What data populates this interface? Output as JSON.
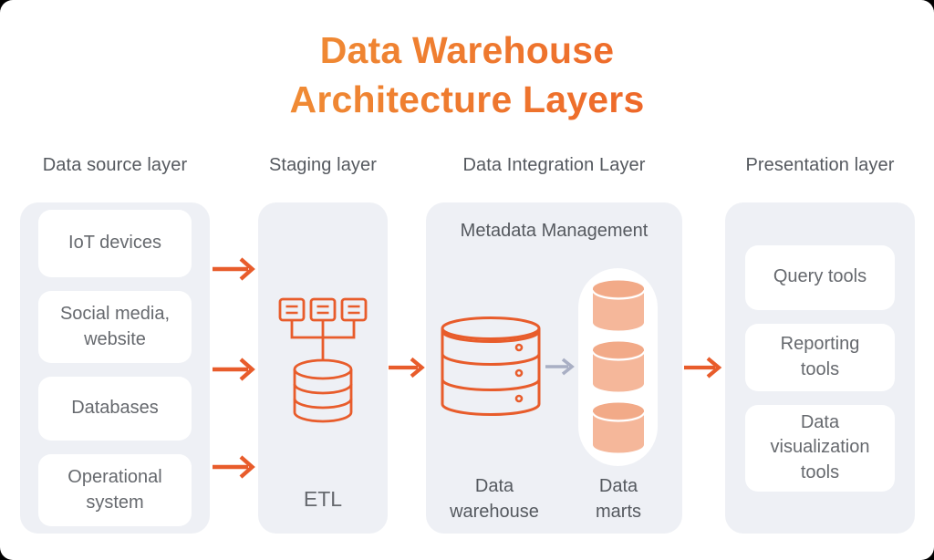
{
  "title": "Data Warehouse\nArchitecture Layers",
  "columns": {
    "source": {
      "header": "Data source layer",
      "items": [
        "IoT devices",
        "Social media,\nwebsite",
        "Databases",
        "Operational\nsystem"
      ]
    },
    "staging": {
      "header": "Staging layer",
      "icon": "etl-sources-to-database-icon",
      "label": "ETL"
    },
    "integration": {
      "header": "Data Integration Layer",
      "subheader": "Metadata Management",
      "warehouse_icon": "database-cylinder-icon",
      "warehouse_label": "Data\nwarehouse",
      "marts_icon": "stacked-data-marts-icon",
      "marts_label": "Data\nmarts"
    },
    "presentation": {
      "header": "Presentation layer",
      "items": [
        "Query tools",
        "Reporting\ntools",
        "Data\nvisualization\ntools"
      ]
    }
  },
  "flow": {
    "source_to_staging_arrows": 3,
    "staging_to_integration_arrows": 1,
    "integration_to_presentation_arrows": 1,
    "warehouse_to_marts_arrows": 1
  },
  "colors": {
    "title_gradient_start": "#F1A43C",
    "title_gradient_end": "#ED5E26",
    "accent_orange": "#E85C2B",
    "salmon_body": "#F5B79A",
    "salmon_top": "#F2AA88",
    "panel_bg": "#EEF0F5",
    "card_bg": "#FFFFFF",
    "header_text": "#55595F",
    "body_text": "#66696E",
    "connector_gray": "#A9AFC4"
  }
}
